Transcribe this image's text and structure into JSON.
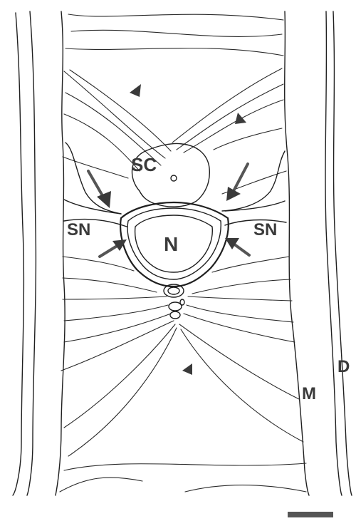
{
  "labels": {
    "sc": "SC",
    "n": "N",
    "sn_left": "SN",
    "sn_right": "SN",
    "m": "M",
    "d": "D"
  },
  "colors": {
    "ink": "#1f1f1f",
    "label": "#3a3a3a",
    "arrow": "#555555",
    "scale_bar": "#555555",
    "background": "#ffffff"
  },
  "markers": {
    "arrows": 4,
    "arrowheads": 3,
    "scale_bar": "scale-bar"
  }
}
